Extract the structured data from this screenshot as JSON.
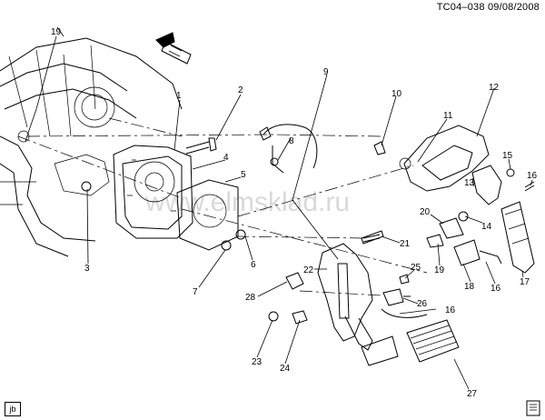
{
  "header": {
    "reference_code": "TC04–038  09/08/2008"
  },
  "watermark": {
    "text": "www.elmsklad.ru"
  },
  "footer": {
    "badge": "jb"
  },
  "icons": {
    "front_arrow": "front-arrow-icon",
    "book": "book-icon"
  },
  "callouts": [
    {
      "id": "c1",
      "label": "1"
    },
    {
      "id": "c2",
      "label": "2"
    },
    {
      "id": "c3",
      "label": "3"
    },
    {
      "id": "c4",
      "label": "4"
    },
    {
      "id": "c5",
      "label": "5"
    },
    {
      "id": "c6",
      "label": "6"
    },
    {
      "id": "c7",
      "label": "7"
    },
    {
      "id": "c8",
      "label": "8"
    },
    {
      "id": "c9",
      "label": "9"
    },
    {
      "id": "c10",
      "label": "10"
    },
    {
      "id": "c11",
      "label": "11"
    },
    {
      "id": "c12",
      "label": "12"
    },
    {
      "id": "c13",
      "label": "13"
    },
    {
      "id": "c14",
      "label": "14"
    },
    {
      "id": "c15",
      "label": "15"
    },
    {
      "id": "c16a",
      "label": "16"
    },
    {
      "id": "c16b",
      "label": "16"
    },
    {
      "id": "c16c",
      "label": "16"
    },
    {
      "id": "c17",
      "label": "17"
    },
    {
      "id": "c18",
      "label": "18"
    },
    {
      "id": "c19a",
      "label": "19"
    },
    {
      "id": "c19b",
      "label": "19"
    },
    {
      "id": "c20",
      "label": "20"
    },
    {
      "id": "c21",
      "label": "21"
    },
    {
      "id": "c22",
      "label": "22"
    },
    {
      "id": "c23",
      "label": "23"
    },
    {
      "id": "c24",
      "label": "24"
    },
    {
      "id": "c25",
      "label": "25"
    },
    {
      "id": "c26",
      "label": "26"
    },
    {
      "id": "c27",
      "label": "27"
    },
    {
      "id": "c28",
      "label": "28"
    }
  ]
}
